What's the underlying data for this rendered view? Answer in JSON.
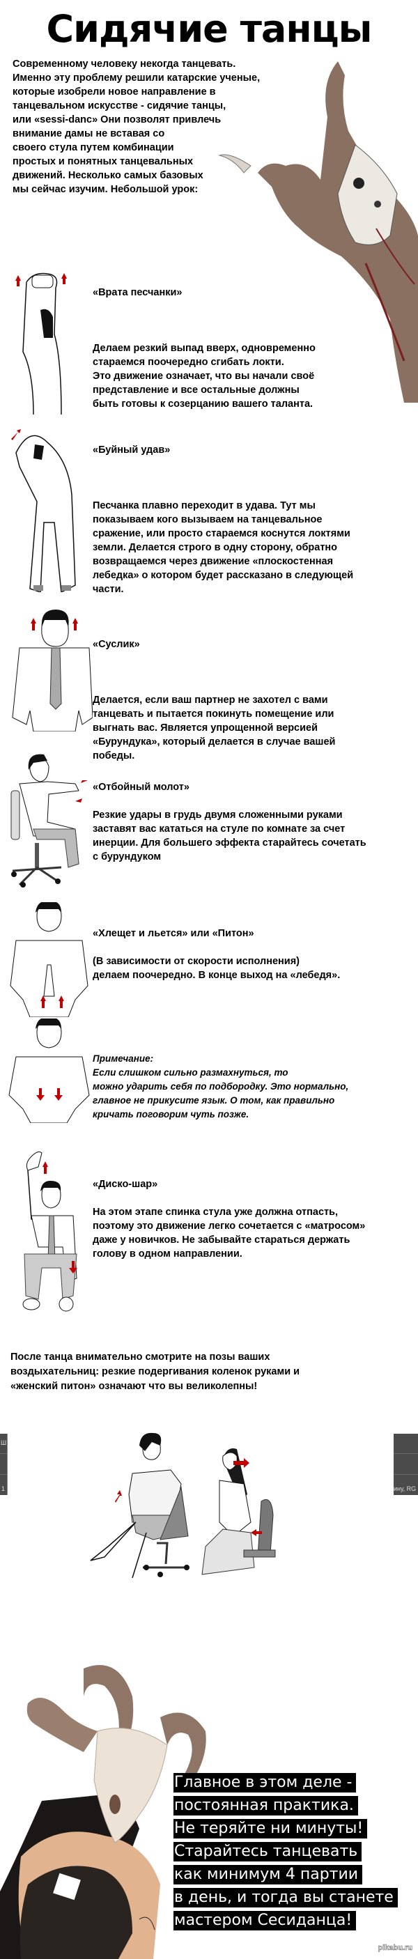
{
  "title": "Сидячие танцы",
  "intro": "Современному человеку некогда танцевать.\nИменно эту проблему решили катарские ученые,\nкоторые изобрели новое направление в\nтанцевальном искусстве - сидячие танцы,\n или «sessi-danc» Они позволят привлечь\nвнимание дамы не вставая со\nсвоего стула путем комбинации\nпростых и понятных танцевальных\nдвижений. Несколько самых базовых\nмы сейчас изучим. Небольшой урок:",
  "accent_color": "#c00000",
  "moves": [
    {
      "name": "«Врата песчанки»",
      "text": "Делаем резкий выпад вверх, одновременно\nстараемся поочередно сгибать локти.\nЭто движение означает, что вы начали своё\nпредставление и все остальные должны\nбыть готовы к созерцанию вашего таланта."
    },
    {
      "name": "«Буйный удав»",
      "text": "Песчанка плавно переходит в удава. Тут мы\nпоказываем кого вызываем на танцевальное\nсражение, или просто стараемся коснутся локтями\nземли. Делается строго в одну сторону, обратно\nвозвращаемся через движение «плоскостенная\nлебедка» о котором будет рассказано в следующей\nчасти."
    },
    {
      "name": "«Суслик»",
      "text": "Делается, если ваш партнер не захотел с вами\nтанцевать и пытается покинуть помещение или\nвыгнать вас. Является упрощенной версией\n«Бурундука», который делается в случае вашей\nпобеды."
    },
    {
      "name": "«Отбойный молот»",
      "text": "Резкие удары в грудь двумя сложенными руками\nзаставят вас кататься на стуле по комнате за счет\nинерции. Для большего эффекта старайтесь сочетать\nс бурундуком"
    },
    {
      "name": "«Хлещет и льется» или «Питон»",
      "text": "(В зависимости от скорости исполнения)\nделаем поочередно. В конце выход на «лебедя»."
    },
    {
      "name": "Примечание:",
      "text": "Если слишком сильно размахнуться, то\nможно ударить себя по подбородку. Это нормально,\nглавное не прикусите язык. О том, как правильно\nкричать поговорим чуть позже."
    },
    {
      "name": "«Диско-шар»",
      "text": "На этом этапе спинка стула уже должна отпасть,\nпоэтому это движение легко сочетается с «матросом»\nдаже у новичков. Не забывайте стараться держать\nголову в одном направлении."
    }
  ],
  "outro": "После танца внимательно смотрите на позы ваших\nвоздыхательниц: резкие подергивания коленок руками и\n«женский питон» означают что вы великолепны!",
  "fragments": {
    "left_text": "Ш",
    "left_number": "1",
    "right_text": "ину, RG"
  },
  "final_lines": [
    "Главное в этом деле -",
    "постоянная практика.",
    "Не теряйте ни минуты!",
    "Старайтесь танцевать",
    "как минимум 4 партии",
    "в день, и тогда вы станете",
    "мастером Сесиданца!"
  ],
  "watermark": "pikabu.ru"
}
